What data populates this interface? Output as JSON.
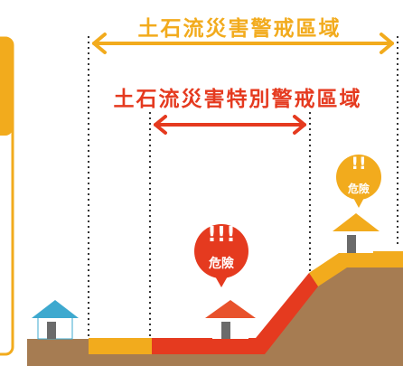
{
  "zones": {
    "warning_area_label": "土石流災害警戒區域",
    "special_warning_area_label": "土石流災害特別警戒區域"
  },
  "risk_markers": {
    "high": {
      "exclaim": "!!!",
      "word": "危險"
    },
    "medium": {
      "exclaim": "!!",
      "word": "危險"
    }
  },
  "colors": {
    "warning_zone": "#f2ab1d",
    "special_zone": "#e53a1f",
    "ground": "#a67c52",
    "safe_house_roof": "#3ea9cf",
    "danger_house_roof": "#e8522c"
  }
}
